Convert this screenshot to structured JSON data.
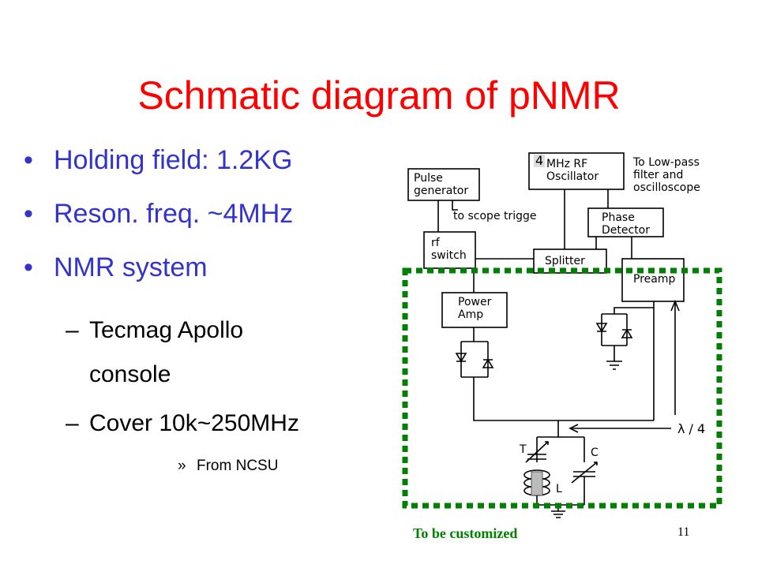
{
  "slide": {
    "title": "Schmatic diagram of pNMR",
    "bullets": [
      {
        "text": "Holding field: 1.2KG"
      },
      {
        "text": "Reson. freq. ~4MHz"
      },
      {
        "text": "NMR system"
      }
    ],
    "sub_bullets": [
      {
        "line1": "Tecmag Apollo",
        "line2": "console"
      },
      {
        "line1": "Cover 10k~250MHz"
      }
    ],
    "subsub_bullet": "From NCSU",
    "dash_marker": "–",
    "subsub_marker": "»",
    "bullet_marker": "•",
    "footer_note": "To be customized",
    "page_number": "11"
  },
  "diagram": {
    "pulse_generator": [
      "Pulse",
      "generator"
    ],
    "oscillator_prefix": "4",
    "oscillator": [
      "MHz RF",
      "Oscillator"
    ],
    "output_note": [
      "To Low-pass",
      "filter and",
      "oscilloscope"
    ],
    "scope_trigger": "to scope trigge",
    "phase_detector": [
      "Phase",
      "Detector"
    ],
    "rf_switch": [
      "rf",
      "switch"
    ],
    "splitter": "Splitter",
    "preamp": "Preamp",
    "power_amp": [
      "Power",
      "Amp"
    ],
    "lambda": "λ / 4",
    "coil_t": "T",
    "cap_c": "C",
    "coil_l": "L"
  },
  "colors": {
    "title": "#ff0000",
    "bullet_text": "#3333cc",
    "highlight_box": "#008000",
    "footer_note": "#008000"
  }
}
